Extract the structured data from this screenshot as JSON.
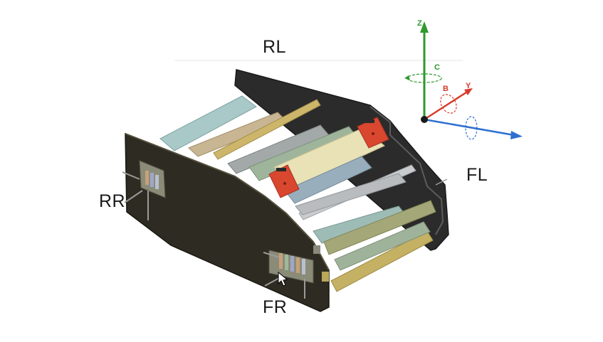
{
  "labels": {
    "rear_left": "RL",
    "front_left": "FL",
    "rear_right": "RR",
    "front_right": "FR"
  },
  "axes": {
    "z_label": "Z",
    "y_label": "Y",
    "c_label": "C",
    "b_label": "B",
    "z_color": "#2e9a2e",
    "y_color": "#d93a2a",
    "x_color": "#2f6fd0"
  },
  "icons": {
    "cursor": "mouse-pointer-icon",
    "rotation_c": "rotation-arrow-icon",
    "rotation_b": "rotation-arrow-icon",
    "rotation_a": "rotation-arrow-icon"
  }
}
